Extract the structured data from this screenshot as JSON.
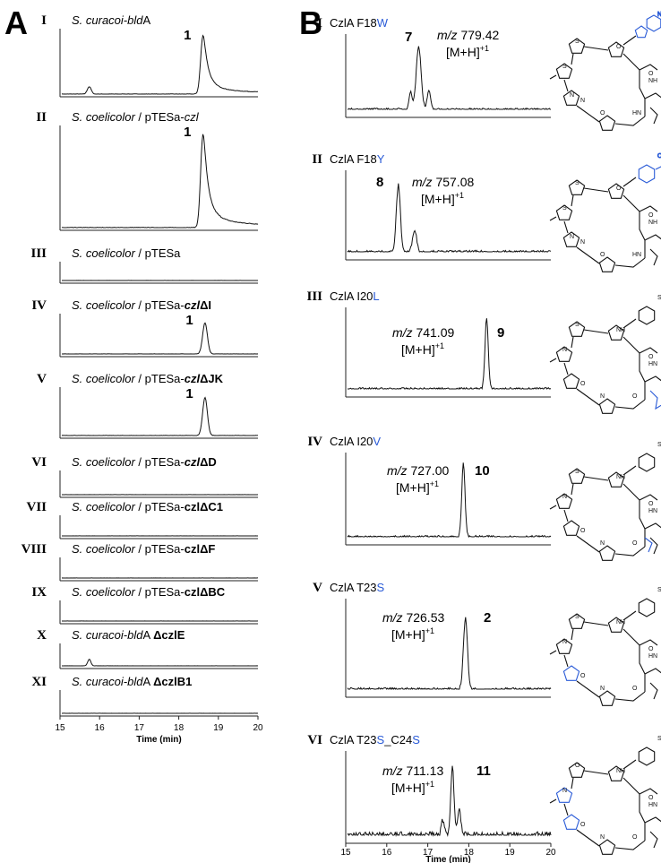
{
  "figure": {
    "panels": [
      {
        "letter": "A"
      },
      {
        "letter": "B"
      }
    ]
  },
  "chart_data": [
    {
      "panel": "A",
      "type": "line",
      "xlabel": "Time (min)",
      "xlim": [
        15,
        20
      ],
      "xticks": [
        15,
        16,
        17,
        18,
        19,
        20
      ],
      "traces": [
        {
          "roman": "I",
          "label_parts": [
            {
              "t": "S. curacoi-bld",
              "style": "italic"
            },
            {
              "t": "A",
              "style": "normal"
            }
          ],
          "peaks": [
            {
              "x": 15.7,
              "h": 0.12,
              "w": 0.05
            },
            {
              "x": 18.6,
              "h": 0.95,
              "w": 0.06,
              "tail": 0.35
            }
          ],
          "peak_label": "1",
          "peak_label_x": 18.45
        },
        {
          "roman": "II",
          "label_parts": [
            {
              "t": "S. coelicolor",
              "style": "italic"
            },
            {
              "t": " / pTESa-",
              "style": "normal"
            },
            {
              "t": "czl",
              "style": "italic"
            }
          ],
          "peaks": [
            {
              "x": 18.6,
              "h": 0.95,
              "w": 0.06,
              "tail": 0.35
            }
          ],
          "peak_label": "1",
          "peak_label_x": 18.45
        },
        {
          "roman": "III",
          "label_parts": [
            {
              "t": "S. coelicolor",
              "style": "italic"
            },
            {
              "t": " / pTESa",
              "style": "normal"
            }
          ],
          "peaks": []
        },
        {
          "roman": "IV",
          "label_parts": [
            {
              "t": "S. coelicolor",
              "style": "italic"
            },
            {
              "t": " / pTESa-",
              "style": "normal"
            },
            {
              "t": "czl",
              "style": "bolditalic"
            },
            {
              "t": "ΔI",
              "style": "bold"
            }
          ],
          "peaks": [
            {
              "x": 18.65,
              "h": 0.85,
              "w": 0.06
            }
          ],
          "peak_label": "1",
          "peak_label_x": 18.5
        },
        {
          "roman": "V",
          "label_parts": [
            {
              "t": "S. coelicolor",
              "style": "italic"
            },
            {
              "t": " / pTESa-",
              "style": "normal"
            },
            {
              "t": "czl",
              "style": "bolditalic"
            },
            {
              "t": "ΔJK",
              "style": "bold"
            }
          ],
          "peaks": [
            {
              "x": 18.65,
              "h": 0.85,
              "w": 0.06
            }
          ],
          "peak_label": "1",
          "peak_label_x": 18.5
        },
        {
          "roman": "VI",
          "label_parts": [
            {
              "t": "S. coelicolor",
              "style": "italic"
            },
            {
              "t": " / pTESa-",
              "style": "normal"
            },
            {
              "t": "czl",
              "style": "bolditalic"
            },
            {
              "t": "ΔD",
              "style": "bold"
            }
          ],
          "peaks": []
        },
        {
          "roman": "VII",
          "label_parts": [
            {
              "t": "S. coelicolor",
              "style": "italic"
            },
            {
              "t": " / pTESa-",
              "style": "normal"
            },
            {
              "t": "czlΔC1",
              "style": "bold"
            }
          ],
          "peaks": []
        },
        {
          "roman": "VIII",
          "label_parts": [
            {
              "t": "S. coelicolor",
              "style": "italic"
            },
            {
              "t": " / pTESa-",
              "style": "normal"
            },
            {
              "t": "czlΔF",
              "style": "bold"
            }
          ],
          "peaks": []
        },
        {
          "roman": "IX",
          "label_parts": [
            {
              "t": "S. coelicolor",
              "style": "italic"
            },
            {
              "t": " / pTESa-",
              "style": "normal"
            },
            {
              "t": "czlΔBC",
              "style": "bold"
            }
          ],
          "peaks": []
        },
        {
          "roman": "X",
          "label_parts": [
            {
              "t": "S. curacoi-bld",
              "style": "italic"
            },
            {
              "t": "A ",
              "style": "normal"
            },
            {
              "t": "ΔczlE",
              "style": "bold"
            }
          ],
          "peaks": [
            {
              "x": 15.7,
              "h": 0.35,
              "w": 0.04
            }
          ]
        },
        {
          "roman": "XI",
          "label_parts": [
            {
              "t": "S. curacoi-bld",
              "style": "italic"
            },
            {
              "t": "A ",
              "style": "normal"
            },
            {
              "t": "ΔczlB1",
              "style": "bold"
            }
          ],
          "peaks": []
        }
      ]
    },
    {
      "panel": "B",
      "type": "line",
      "xlabel": "Time (min)",
      "xlim": [
        15,
        20
      ],
      "xticks": [
        15,
        16,
        17,
        18,
        19,
        20
      ],
      "traces": [
        {
          "roman": "I",
          "variant_parts": [
            {
              "t": "CzlA F18",
              "c": "black"
            },
            {
              "t": "W",
              "c": "blue"
            }
          ],
          "peak_label": "7",
          "mz_value": "779.42",
          "ion": "[M+H]",
          "charge": "+1",
          "peaks": [
            {
              "x": 16.75,
              "h": 0.92,
              "w": 0.06
            },
            {
              "x": 16.55,
              "h": 0.25,
              "w": 0.04
            },
            {
              "x": 17.0,
              "h": 0.28,
              "w": 0.04
            }
          ]
        },
        {
          "roman": "II",
          "variant_parts": [
            {
              "t": "CzlA F18",
              "c": "black"
            },
            {
              "t": "Y",
              "c": "blue"
            }
          ],
          "peak_label": "8",
          "mz_value": "757.08",
          "ion": "[M+H]",
          "charge": "+1",
          "peaks": [
            {
              "x": 16.25,
              "h": 0.9,
              "w": 0.05
            },
            {
              "x": 16.65,
              "h": 0.3,
              "w": 0.05
            }
          ]
        },
        {
          "roman": "III",
          "variant_parts": [
            {
              "t": "CzlA I20",
              "c": "black"
            },
            {
              "t": "L",
              "c": "blue"
            }
          ],
          "peak_label": "9",
          "mz_value": "741.09",
          "ion": "[M+H]",
          "charge": "+1",
          "peaks": [
            {
              "x": 18.42,
              "h": 0.95,
              "w": 0.04
            }
          ]
        },
        {
          "roman": "IV",
          "variant_parts": [
            {
              "t": "CzlA I20",
              "c": "black"
            },
            {
              "t": "V",
              "c": "blue"
            }
          ],
          "peak_label": "10",
          "mz_value": "727.00",
          "ion": "[M+H]",
          "charge": "+1",
          "peaks": [
            {
              "x": 17.85,
              "h": 0.95,
              "w": 0.04
            }
          ]
        },
        {
          "roman": "V",
          "variant_parts": [
            {
              "t": "CzlA T23",
              "c": "black"
            },
            {
              "t": "S",
              "c": "blue"
            }
          ],
          "peak_label": "2",
          "mz_value": "726.53",
          "ion": "[M+H]",
          "charge": "+1",
          "peaks": [
            {
              "x": 17.9,
              "h": 0.85,
              "w": 0.05
            }
          ]
        },
        {
          "roman": "VI",
          "variant_parts": [
            {
              "t": "CzlA T23",
              "c": "black"
            },
            {
              "t": "S",
              "c": "blue"
            },
            {
              "t": "_C24",
              "c": "black"
            },
            {
              "t": "S",
              "c": "blue"
            }
          ],
          "peak_label": "11",
          "mz_value": "711.13",
          "ion": "[M+H]",
          "charge": "+1",
          "peaks": [
            {
              "x": 17.58,
              "h": 0.9,
              "w": 0.04
            },
            {
              "x": 17.75,
              "h": 0.35,
              "w": 0.04
            },
            {
              "x": 17.35,
              "h": 0.2,
              "w": 0.04
            }
          ]
        }
      ]
    }
  ],
  "structures": [
    {
      "side": "indole",
      "blue": [
        "side"
      ],
      "labels": [
        {
          "t": "NH",
          "blue": true
        },
        {
          "t": "S"
        },
        {
          "t": "S"
        },
        {
          "t": "N"
        },
        {
          "t": "O"
        },
        {
          "t": "NH"
        },
        {
          "t": "HN"
        },
        {
          "t": "O"
        },
        {
          "t": "O"
        },
        {
          "t": "N"
        }
      ]
    },
    {
      "side": "phenol",
      "blue": [
        "side"
      ],
      "labels": [
        {
          "t": "OH",
          "blue": true
        },
        {
          "t": "S"
        },
        {
          "t": "S"
        },
        {
          "t": "N"
        },
        {
          "t": "O"
        },
        {
          "t": "NH"
        },
        {
          "t": "HN"
        },
        {
          "t": "O"
        },
        {
          "t": "O"
        },
        {
          "t": "N"
        }
      ]
    },
    {
      "side": "phenyl",
      "blue": [
        "leu"
      ],
      "labels": [
        {
          "t": "S"
        },
        {
          "t": "S"
        },
        {
          "t": "N"
        },
        {
          "t": "O"
        },
        {
          "t": "NH"
        },
        {
          "t": "HN"
        },
        {
          "t": "O"
        },
        {
          "t": "O"
        },
        {
          "t": "N"
        }
      ]
    },
    {
      "side": "phenyl",
      "blue": [
        "val"
      ],
      "labels": [
        {
          "t": "S"
        },
        {
          "t": "S"
        },
        {
          "t": "N"
        },
        {
          "t": "O"
        },
        {
          "t": "NH"
        },
        {
          "t": "HN"
        },
        {
          "t": "O"
        },
        {
          "t": "O"
        },
        {
          "t": "N"
        }
      ]
    },
    {
      "side": "phenyl",
      "blue": [
        "ring3"
      ],
      "labels": [
        {
          "t": "S"
        },
        {
          "t": "S"
        },
        {
          "t": "N"
        },
        {
          "t": "O"
        },
        {
          "t": "NH"
        },
        {
          "t": "HN"
        },
        {
          "t": "O"
        },
        {
          "t": "O"
        },
        {
          "t": "N"
        }
      ]
    },
    {
      "side": "phenyl",
      "blue": [
        "ring2",
        "ring3"
      ],
      "labels": [
        {
          "t": "S"
        },
        {
          "t": "O"
        },
        {
          "t": "N"
        },
        {
          "t": "O"
        },
        {
          "t": "NH"
        },
        {
          "t": "HN"
        },
        {
          "t": "O"
        },
        {
          "t": "O"
        },
        {
          "t": "N"
        }
      ]
    }
  ]
}
